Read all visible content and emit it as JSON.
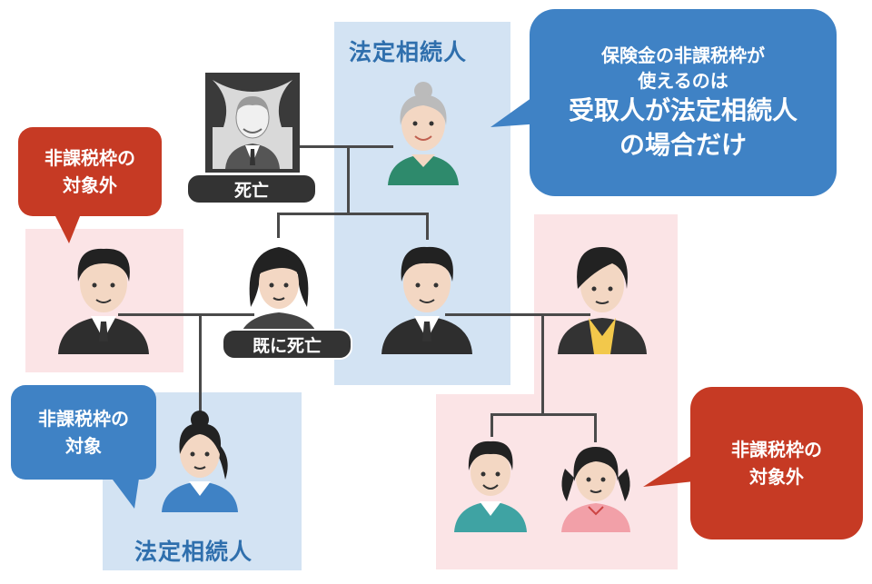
{
  "labels": {
    "heir_top": "法定相続人",
    "heir_bottom": "法定相続人",
    "deceased": "死亡",
    "already_deceased": "既に死亡"
  },
  "bubbles": {
    "top_right": {
      "line1": "保険金の非課税枠が",
      "line2": "使えるのは",
      "line3": "受取人が法定相続人",
      "line4": "の場合だけ"
    },
    "left_top": {
      "line1": "非課税枠の",
      "line2": "対象外"
    },
    "left_bottom": {
      "line1": "非課税枠の",
      "line2": "対象"
    },
    "right_bottom": {
      "line1": "非課税枠の",
      "line2": "対象外"
    }
  },
  "colors": {
    "heir_zone": "#d3e3f3",
    "excluded_zone": "#fbe4e6",
    "excluded_bubble": "#c63a24",
    "included_bubble": "#3f82c5",
    "heir_title": "#2f6fad"
  },
  "icons": [
    "deceased-grandfather-portrait",
    "grandmother",
    "son-in-law",
    "daughter",
    "son",
    "daughter-in-law",
    "grandchild",
    "grandson",
    "granddaughter"
  ]
}
